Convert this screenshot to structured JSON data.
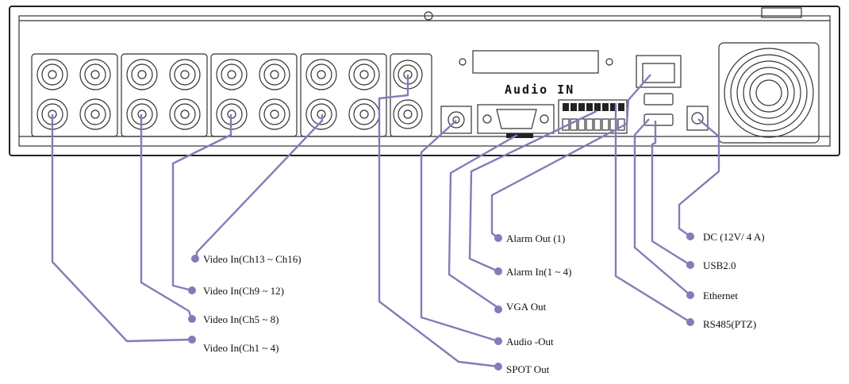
{
  "header": {
    "audio_in": "Audio IN"
  },
  "labels": {
    "video_in_13_16": "Video In(Ch13 ~ Ch16)",
    "video_in_9_12": "Video In(Ch9 ~ 12)",
    "video_in_5_8": "Video In(Ch5 ~ 8)",
    "video_in_1_4": "Video In(Ch1 ~ 4)",
    "alarm_out": "Alarm Out (1)",
    "alarm_in": "Alarm In(1 ~ 4)",
    "vga_out": "VGA Out",
    "audio_out": "Audio -Out",
    "spot_out": "SPOT Out",
    "dc": "DC (12V/ 4 A)",
    "usb": "USB2.0",
    "ethernet": "Ethernet",
    "rs485": "RS485(PTZ)"
  },
  "colors": {
    "leader": "#8a78b8",
    "outline": "#222222"
  }
}
